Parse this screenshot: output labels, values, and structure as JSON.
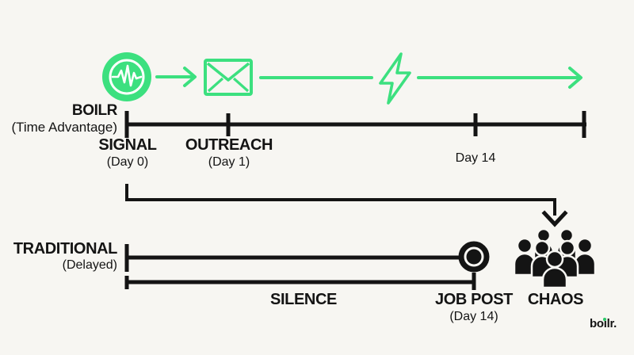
{
  "colors": {
    "background": "#f7f6f2",
    "accent_green": "#3ce07f",
    "ink_black": "#141414",
    "logo_dot_green": "#2ec96a"
  },
  "boilr_track": {
    "title": "BOILR",
    "subtitle": "(Time Advantage)",
    "flow_icons": [
      "signal-pulse",
      "envelope",
      "lightning-bolt"
    ],
    "milestones": [
      {
        "label": "SIGNAL",
        "sublabel": "(Day 0)"
      },
      {
        "label": "OUTREACH",
        "sublabel": "(Day 1)"
      },
      {
        "label": "Day 14"
      }
    ]
  },
  "traditional_track": {
    "title": "TRADITIONAL",
    "subtitle": "(Delayed)",
    "milestones": [
      {
        "label": "SILENCE"
      },
      {
        "label": "JOB POST",
        "sublabel": "(Day 14)"
      },
      {
        "label": "CHAOS"
      }
    ]
  },
  "logo": {
    "text": "boilr."
  }
}
